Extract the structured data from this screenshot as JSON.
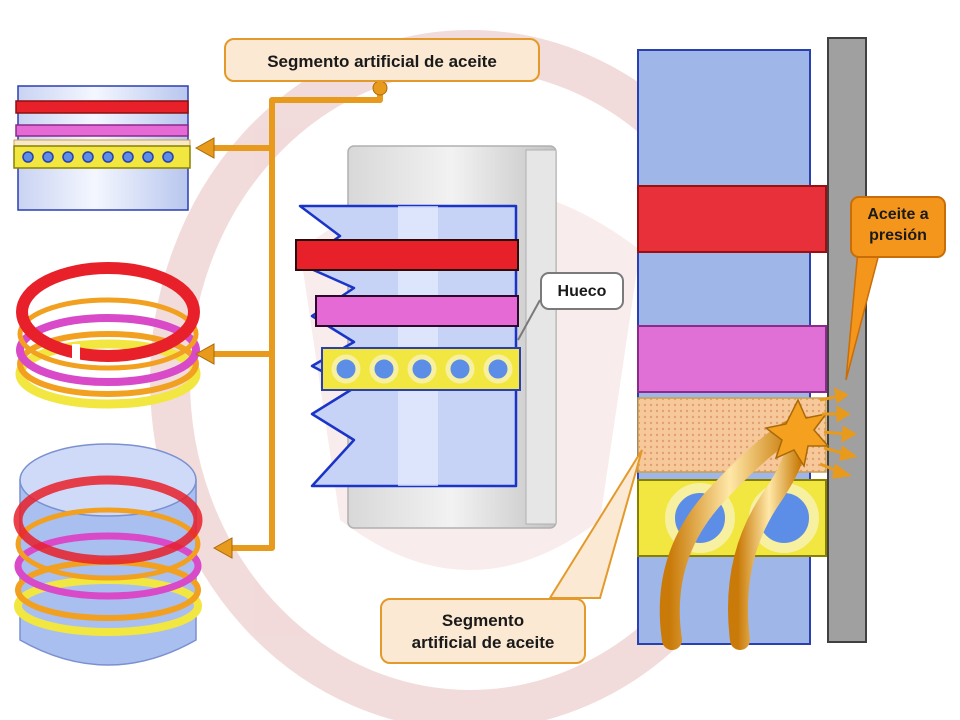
{
  "labels": {
    "top": "Segmento artificial  de aceite",
    "gap": "Hueco",
    "pressure_line1": "Aceite a",
    "pressure_line2": "presión",
    "bottom_line1": "Segmento",
    "bottom_line2": "artificial  de aceite"
  },
  "colors": {
    "compression_ring": "#e8202a",
    "second_ring": "#d84ac8",
    "oil_ring": "#f2e640",
    "piston": "#9fb6e8",
    "arrow": "#e89a1c",
    "wall": "#a0a0a0"
  }
}
